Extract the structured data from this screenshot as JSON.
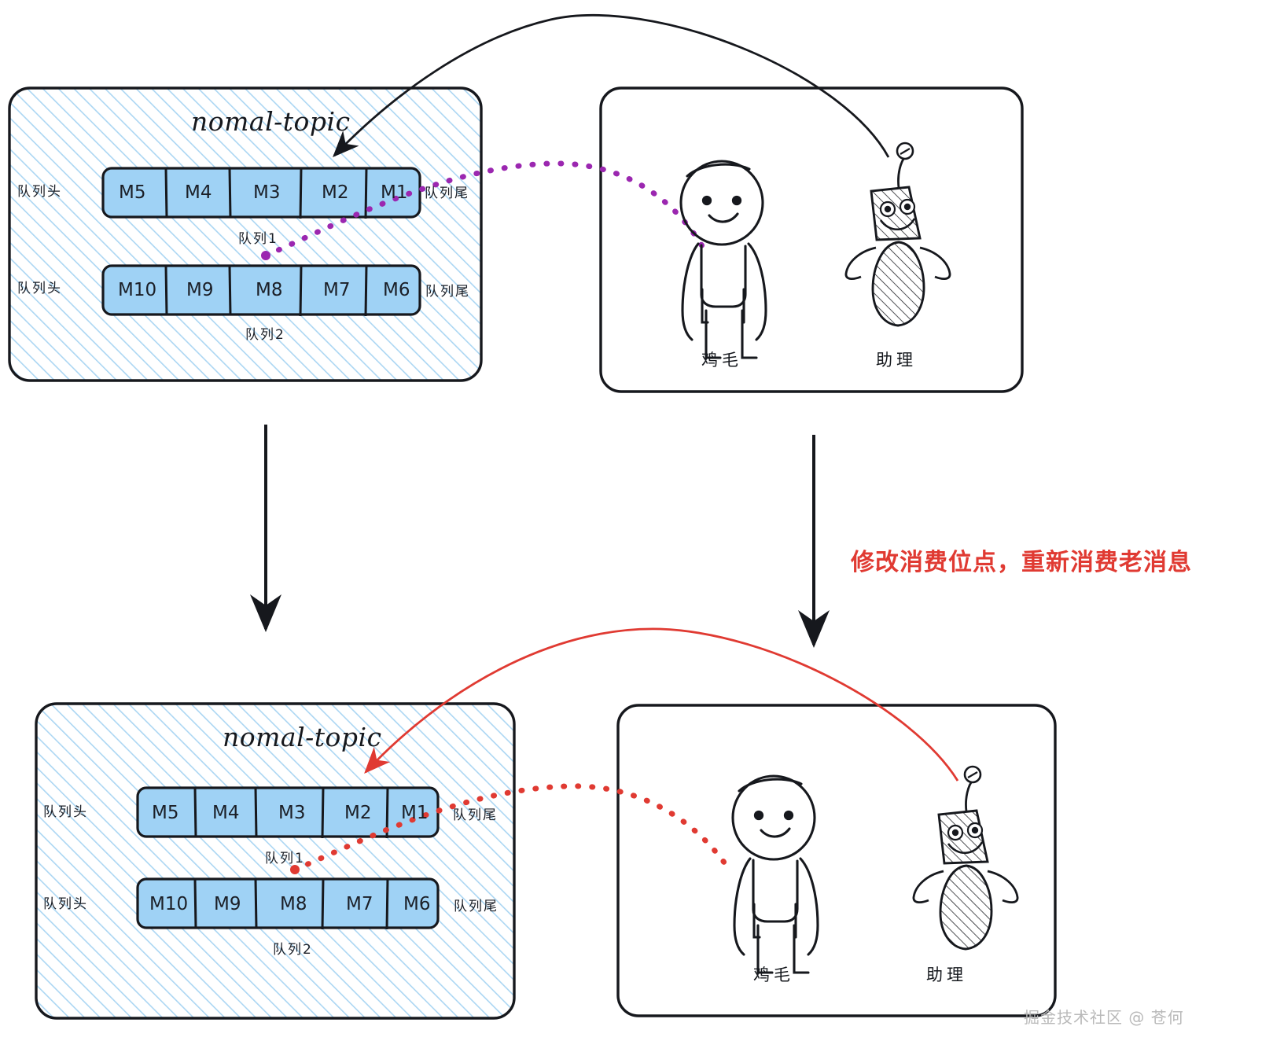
{
  "diagram": {
    "title_top": "nomal-topic",
    "title_bottom": "nomal-topic",
    "watermark": "掘金技术社区 @ 苍何",
    "annotation_red": "修改消费位点，重新消费老消息",
    "colors": {
      "cell_fill": "#9fd2f5",
      "cell_stroke": "#16181d",
      "topic_hatch": "#8fc9ef",
      "topic_stroke": "#16181d",
      "accent_purple": "#9b27b0",
      "accent_red": "#e03a32",
      "ink": "#16181d",
      "watermark_gray": "#b9b9b9"
    }
  },
  "top": {
    "topic": {
      "name": "nomal-topic",
      "queues": [
        {
          "label": "队列1",
          "head_label": "队列头",
          "tail_label": "队列尾",
          "cells": [
            "M5",
            "M4",
            "M3",
            "M2",
            "M1"
          ]
        },
        {
          "label": "队列2",
          "head_label": "队列头",
          "tail_label": "队列尾",
          "cells": [
            "M10",
            "M9",
            "M8",
            "M7",
            "M6"
          ]
        }
      ]
    },
    "actors": [
      {
        "name": "鸡毛",
        "kind": "human-figure"
      },
      {
        "name": "助理",
        "kind": "robot-figure"
      }
    ]
  },
  "bottom": {
    "topic": {
      "name": "nomal-topic",
      "queues": [
        {
          "label": "队列1",
          "head_label": "队列头",
          "tail_label": "队列尾",
          "cells": [
            "M5",
            "M4",
            "M3",
            "M2",
            "M1"
          ]
        },
        {
          "label": "队列2",
          "head_label": "队列头",
          "tail_label": "队列尾",
          "cells": [
            "M10",
            "M9",
            "M8",
            "M7",
            "M6"
          ]
        }
      ]
    },
    "actors": [
      {
        "name": "鸡毛",
        "kind": "human-figure"
      },
      {
        "name": "助理",
        "kind": "robot-figure"
      }
    ]
  }
}
